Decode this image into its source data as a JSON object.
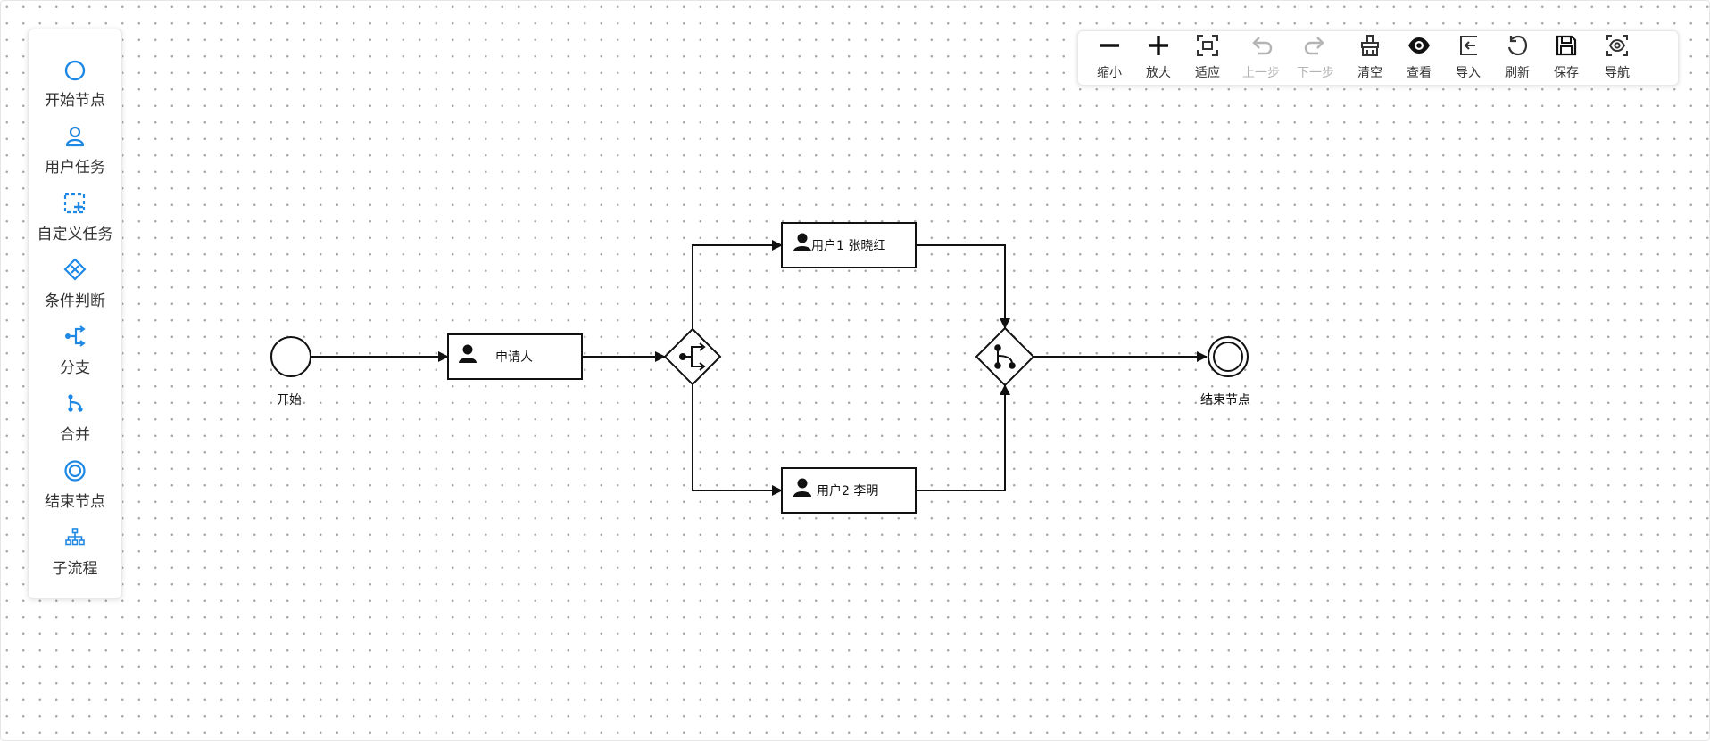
{
  "palette": {
    "items": [
      {
        "label": "开始节点",
        "icon": "start-event-icon"
      },
      {
        "label": "用户任务",
        "icon": "user-task-icon"
      },
      {
        "label": "自定义任务",
        "icon": "custom-task-icon"
      },
      {
        "label": "条件判断",
        "icon": "condition-gateway-icon"
      },
      {
        "label": "分支",
        "icon": "fork-icon"
      },
      {
        "label": "合并",
        "icon": "merge-icon"
      },
      {
        "label": "结束节点",
        "icon": "end-event-icon"
      },
      {
        "label": "子流程",
        "icon": "subprocess-icon"
      }
    ],
    "accent_color": "#1e88e5"
  },
  "toolbar": {
    "buttons": [
      {
        "label": "缩小",
        "icon": "zoom-out-icon",
        "disabled": false
      },
      {
        "label": "放大",
        "icon": "zoom-in-icon",
        "disabled": false
      },
      {
        "label": "适应",
        "icon": "fit-view-icon",
        "disabled": false
      },
      {
        "label": "上一步",
        "icon": "undo-icon",
        "disabled": true
      },
      {
        "label": "下一步",
        "icon": "redo-icon",
        "disabled": true
      },
      {
        "label": "清空",
        "icon": "clear-icon",
        "disabled": false
      },
      {
        "label": "查看",
        "icon": "view-icon",
        "disabled": false
      },
      {
        "label": "导入",
        "icon": "import-icon",
        "disabled": false
      },
      {
        "label": "刷新",
        "icon": "refresh-icon",
        "disabled": false
      },
      {
        "label": "保存",
        "icon": "save-icon",
        "disabled": false
      },
      {
        "label": "导航",
        "icon": "navigate-icon",
        "disabled": false
      }
    ]
  },
  "diagram": {
    "start": {
      "label": "开始"
    },
    "applicant": {
      "label": "申请人"
    },
    "user1": {
      "label": "用户1 张晓红"
    },
    "user2": {
      "label": "用户2 李明"
    },
    "end": {
      "label": "结束节点"
    }
  }
}
